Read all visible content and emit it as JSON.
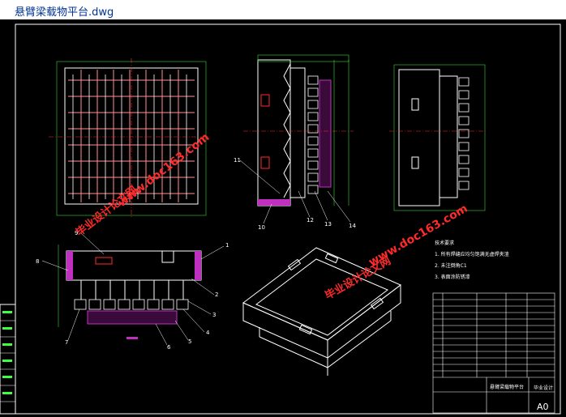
{
  "window": {
    "title": "悬臂梁载物平台.dwg"
  },
  "colors": {
    "background": "#000000",
    "frame": "#ffffff",
    "hatch": "#c030c0",
    "cyan": "#00e0e0",
    "yellow": "#e0e000",
    "red": "#ff2a2a",
    "green": "#40ff40"
  },
  "watermarks": {
    "site": "www.doc163.com",
    "org": "毕业设计论文网"
  },
  "callouts": {
    "front": [
      "11",
      "10",
      "12",
      "13",
      "14"
    ],
    "bottom": [
      "9",
      "8",
      "1",
      "2",
      "3",
      "4",
      "5",
      "6",
      "7"
    ]
  },
  "notes": {
    "heading": "技术要求",
    "lines": [
      "1. 所有焊缝应均匀饱满无虚焊夹渣",
      "2. 未注倒角C1",
      "3. 表面涂防锈漆"
    ]
  },
  "title_block": {
    "drawing_name": "悬臂梁载物平台",
    "sheet_size": "A0",
    "company": "毕业设计"
  }
}
